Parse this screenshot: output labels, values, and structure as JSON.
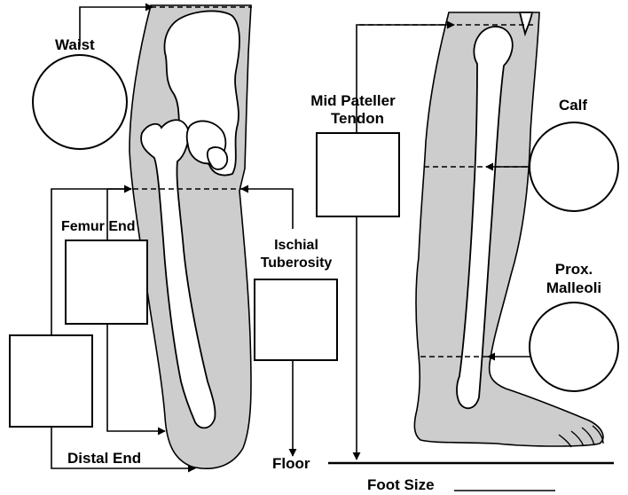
{
  "labels": {
    "waist": "Waist",
    "femur_end": "Femur End",
    "ischial_line1": "Ischial",
    "ischial_line2": "Tuberosity",
    "distal_end": "Distal End",
    "floor": "Floor",
    "mid_pateller_line1": "Mid Pateller",
    "mid_pateller_line2": "Tendon",
    "calf": "Calf",
    "prox_line1": "Prox.",
    "prox_line2": "Malleoli",
    "foot_size": "Foot Size"
  },
  "colors": {
    "limb_fill": "#cdcdcd",
    "bone_fill": "#ffffff",
    "ink": "#000000"
  },
  "arrow_style": "filled-triangle",
  "measurement_shapes": {
    "waist": "circle",
    "calf": "circle",
    "prox_malleoli": "circle",
    "femur_end": "square",
    "ischial_tuberosity": "square",
    "distal_end": "square",
    "mid_pateller_tendon": "square"
  }
}
